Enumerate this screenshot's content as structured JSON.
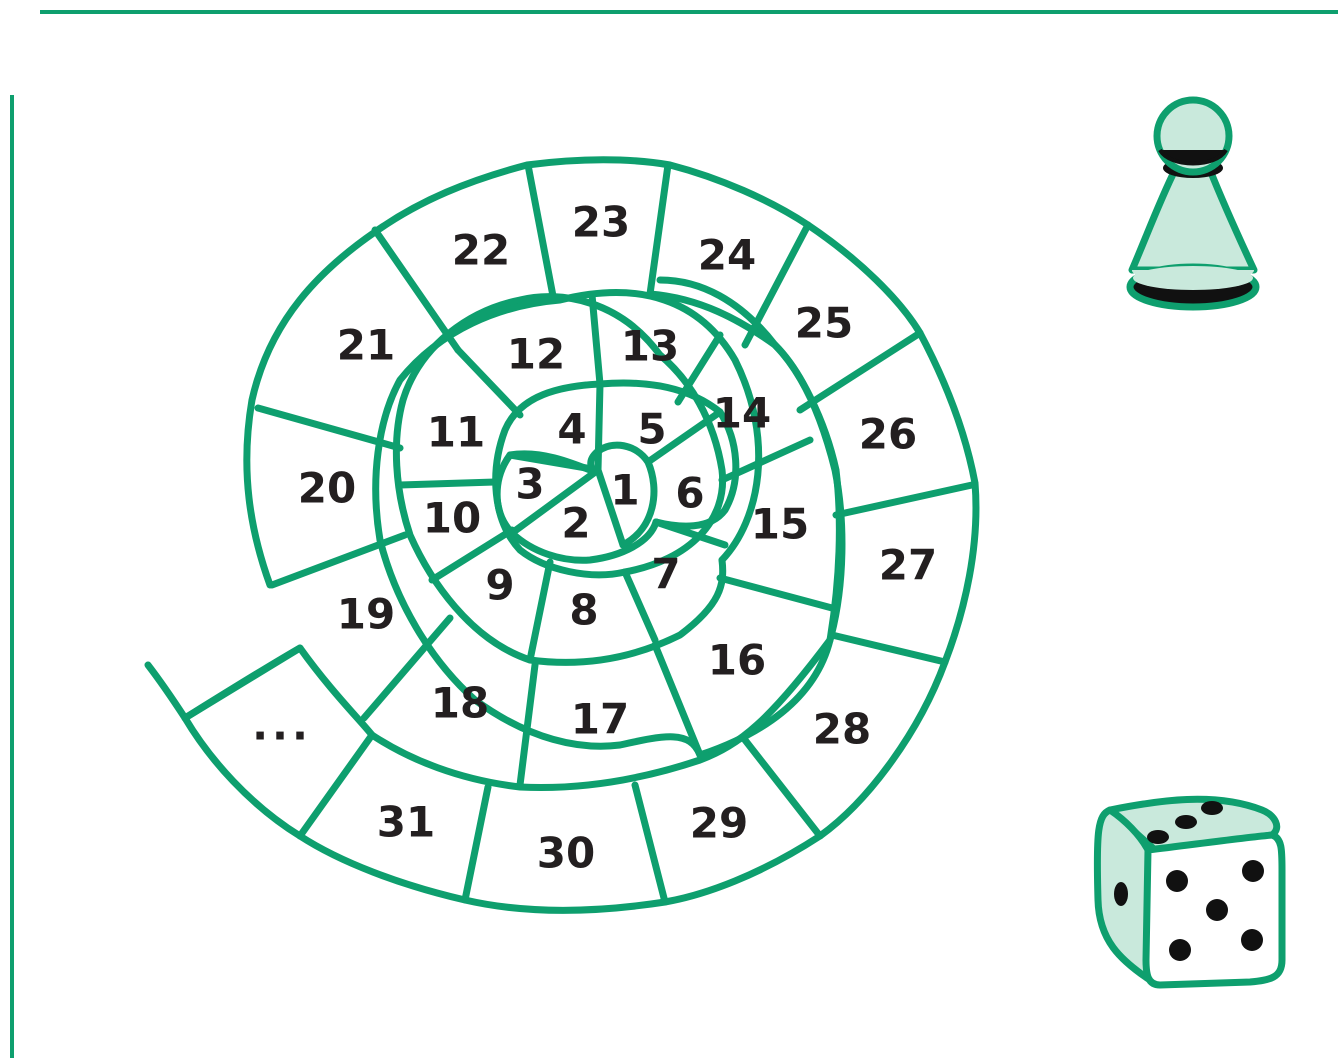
{
  "board": {
    "cells": [
      {
        "id": 1,
        "label": "1"
      },
      {
        "id": 2,
        "label": "2"
      },
      {
        "id": 3,
        "label": "3"
      },
      {
        "id": 4,
        "label": "4"
      },
      {
        "id": 5,
        "label": "5"
      },
      {
        "id": 6,
        "label": "6"
      },
      {
        "id": 7,
        "label": "7"
      },
      {
        "id": 8,
        "label": "8"
      },
      {
        "id": 9,
        "label": "9"
      },
      {
        "id": 10,
        "label": "10"
      },
      {
        "id": 11,
        "label": "11"
      },
      {
        "id": 12,
        "label": "12"
      },
      {
        "id": 13,
        "label": "13"
      },
      {
        "id": 14,
        "label": "14"
      },
      {
        "id": 15,
        "label": "15"
      },
      {
        "id": 16,
        "label": "16"
      },
      {
        "id": 17,
        "label": "17"
      },
      {
        "id": 18,
        "label": "18"
      },
      {
        "id": 19,
        "label": "19"
      },
      {
        "id": 20,
        "label": "20"
      },
      {
        "id": 21,
        "label": "21"
      },
      {
        "id": 22,
        "label": "22"
      },
      {
        "id": 23,
        "label": "23"
      },
      {
        "id": 24,
        "label": "24"
      },
      {
        "id": 25,
        "label": "25"
      },
      {
        "id": 26,
        "label": "26"
      },
      {
        "id": 27,
        "label": "27"
      },
      {
        "id": 28,
        "label": "28"
      },
      {
        "id": 29,
        "label": "29"
      },
      {
        "id": 30,
        "label": "30"
      },
      {
        "id": 31,
        "label": "31"
      }
    ],
    "continuation": "..."
  },
  "dice": {
    "top_face": 3,
    "left_face": 1,
    "front_face": 5
  },
  "colors": {
    "line": "#0e9f6e",
    "token_fill": "#c9e9dc",
    "text": "#231f20",
    "pip": "#111111"
  },
  "icons": [
    "pawn-icon",
    "dice-icon"
  ]
}
